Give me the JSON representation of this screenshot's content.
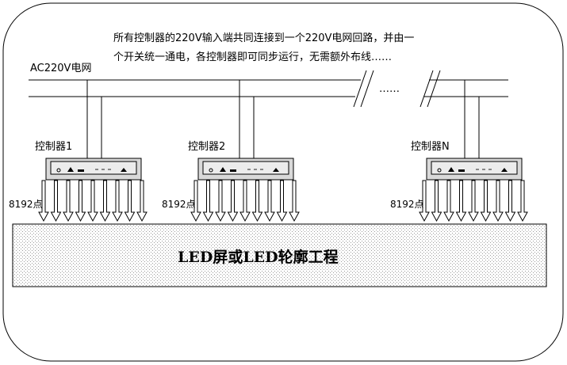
{
  "description": {
    "line1": "所有控制器的220V输入端共同连接到一个220V电网回路，并由一",
    "line2": "个开关统一通电，各控制器即可同步运行，无需额外布线……"
  },
  "grid_label": "AC220V电网",
  "break_dots": "……",
  "controllers": [
    {
      "label": "控制器1",
      "points": "8192点"
    },
    {
      "label": "控制器2",
      "points": "8192点"
    },
    {
      "label": "控制器N",
      "points": "8192点"
    }
  ],
  "screen_label": "LED屏或LED轮廓工程"
}
